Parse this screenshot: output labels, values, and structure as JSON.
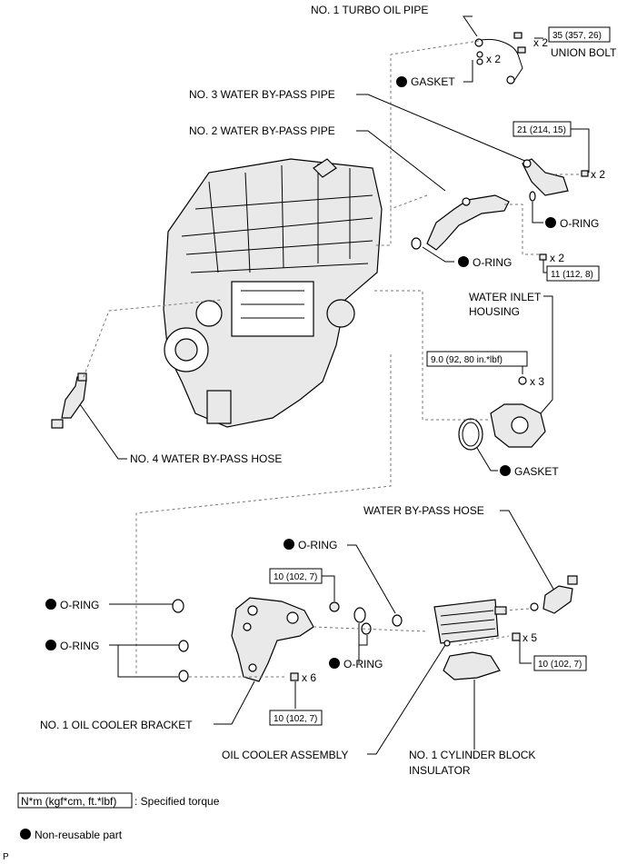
{
  "labels": {
    "turbo_oil_pipe": "NO. 1 TURBO OIL PIPE",
    "union_bolt": "UNION BOLT",
    "gasket_top": "GASKET",
    "water_bypass_pipe3": "NO. 3 WATER BY-PASS PIPE",
    "water_bypass_pipe2": "NO. 2 WATER BY-PASS PIPE",
    "oring_right": "O-RING",
    "oring_mid": "O-RING",
    "water_inlet_housing_1": "WATER INLET",
    "water_inlet_housing_2": "HOUSING",
    "gasket_bottom": "GASKET",
    "water_bypass_hose4": "NO. 4 WATER BY-PASS HOSE",
    "water_bypass_hose": "WATER BY-PASS HOSE",
    "oring_top_center": "O-RING",
    "oring_left1": "O-RING",
    "oring_left2": "O-RING",
    "oring_center": "O-RING",
    "oil_cooler_bracket": "NO. 1 OIL COOLER BRACKET",
    "oil_cooler_assembly": "OIL COOLER ASSEMBLY",
    "cyl_block_insulator_1": "NO. 1 CYLINDER BLOCK",
    "cyl_block_insulator_2": "INSULATOR"
  },
  "torques": {
    "union_bolt": "35 (357, 26)",
    "pipe3": "21 (214, 15)",
    "pipe2": "11 (112, 8)",
    "inlet_housing": "9.0 (92, 80 in.*lbf)",
    "bracket_top": "10 (102, 7)",
    "bracket_bottom": "10 (102, 7)",
    "oil_cooler": "10 (102, 7)"
  },
  "quantities": {
    "union_bolt": "x 2",
    "gasket_top": "x 2",
    "pipe3": "x 2",
    "pipe2": "x 2",
    "inlet_housing": "x 3",
    "bracket": "x 6",
    "oil_cooler": "x 5"
  },
  "legend": {
    "torque_unit": "N*m (kgf*cm, ft.*lbf)",
    "torque_desc": ": Specified torque",
    "nonreusable": "Non-reusable part"
  },
  "page_code": "P"
}
